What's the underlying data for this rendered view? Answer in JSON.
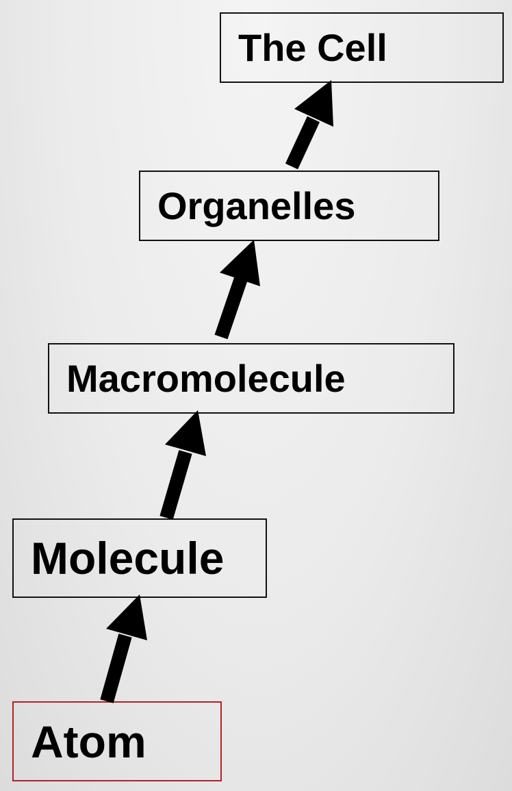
{
  "levels": [
    {
      "label": "The Cell"
    },
    {
      "label": "Organelles"
    },
    {
      "label": "Macromolecule"
    },
    {
      "label": "Molecule"
    },
    {
      "label": "Atom"
    }
  ],
  "colors": {
    "box_border": "#111111",
    "highlight_border": "#b22222",
    "arrow": "#000000",
    "text": "#000000"
  }
}
